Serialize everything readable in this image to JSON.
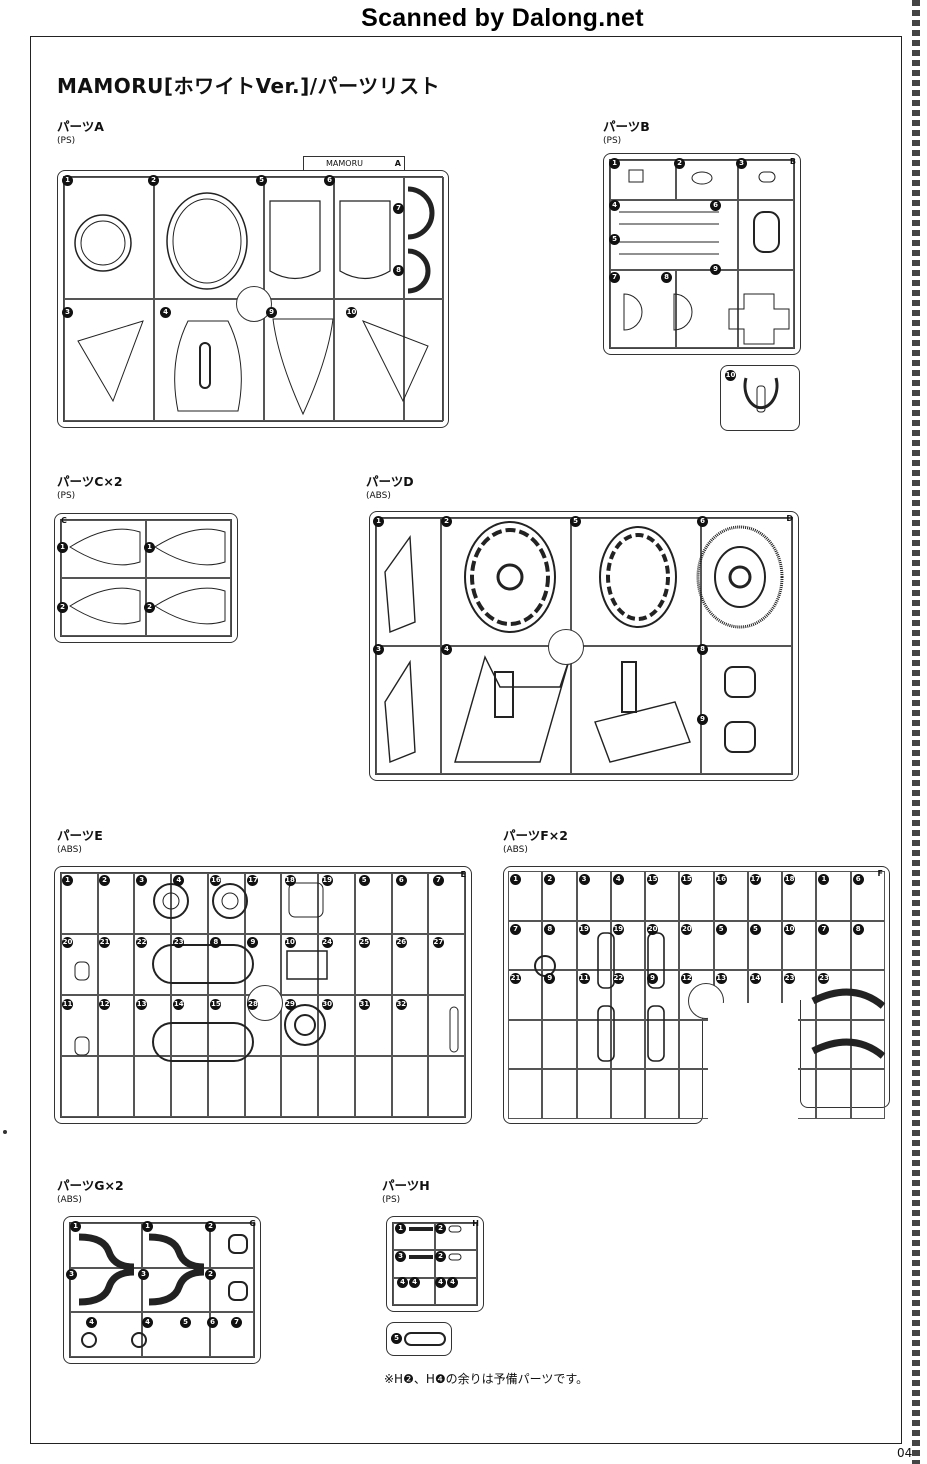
{
  "watermark": "Scanned by Dalong.net",
  "page_title": "MAMORU[ホワイトVer.]/パーツリスト",
  "note": "※H❷、H❹の余りは予備パーツです。",
  "page_number": "04",
  "sections": {
    "A": {
      "name": "パーツA",
      "material": "(PS)",
      "label": "MAMORU",
      "letter": "A",
      "numbers": [
        "1",
        "2",
        "5",
        "6",
        "7",
        "8",
        "3",
        "4",
        "9",
        "10"
      ]
    },
    "B": {
      "name": "パーツB",
      "material": "(PS)",
      "letter": "B",
      "numbers": [
        "1",
        "2",
        "3",
        "4",
        "6",
        "5",
        "7",
        "8",
        "9",
        "10"
      ]
    },
    "C": {
      "name": "パーツC×2",
      "material": "(PS)",
      "letter": "C",
      "numbers": [
        "1",
        "1",
        "2",
        "2"
      ]
    },
    "D": {
      "name": "パーツD",
      "material": "(ABS)",
      "letter": "D",
      "numbers": [
        "1",
        "2",
        "5",
        "6",
        "3",
        "4",
        "8",
        "9"
      ]
    },
    "E": {
      "name": "パーツE",
      "material": "(ABS)",
      "letter": "E",
      "numbers": [
        "1",
        "2",
        "3",
        "4",
        "16",
        "17",
        "18",
        "19",
        "5",
        "6",
        "7",
        "20",
        "21",
        "22",
        "23",
        "8",
        "9",
        "10",
        "24",
        "25",
        "26",
        "27",
        "11",
        "12",
        "13",
        "14",
        "15",
        "28",
        "29",
        "30",
        "31",
        "32"
      ]
    },
    "F": {
      "name": "パーツF×2",
      "material": "(ABS)",
      "letter": "F",
      "numbers": [
        "1",
        "2",
        "3",
        "4",
        "15",
        "15",
        "16",
        "17",
        "18",
        "1",
        "6",
        "7",
        "8",
        "19",
        "19",
        "20",
        "20",
        "5",
        "5",
        "10",
        "7",
        "8",
        "21",
        "9",
        "11",
        "22",
        "9",
        "12",
        "13",
        "14",
        "23",
        "23"
      ]
    },
    "G": {
      "name": "パーツG×2",
      "material": "(ABS)",
      "letter": "G",
      "numbers": [
        "1",
        "1",
        "2",
        "3",
        "3",
        "2",
        "4",
        "4",
        "5",
        "6",
        "7"
      ]
    },
    "H": {
      "name": "パーツH",
      "material": "(PS)",
      "letter": "H",
      "numbers": [
        "1",
        "2",
        "3",
        "2",
        "4",
        "4",
        "4",
        "4",
        "5"
      ]
    }
  }
}
